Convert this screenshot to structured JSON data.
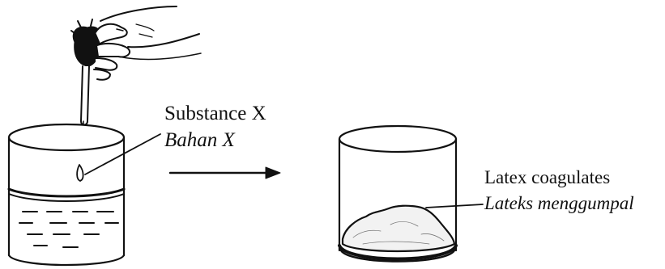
{
  "labels": {
    "substance_en": "Substance X",
    "substance_ms": "Bahan X",
    "latex_en": "Latex coagulates",
    "latex_ms": "Lateks menggumpal"
  },
  "icons": {
    "hand": "hand-with-dropper-icon",
    "beaker_left": "beaker-with-latex-icon",
    "beaker_right": "beaker-with-coagulated-latex-icon",
    "arrow": "right-arrow-icon"
  },
  "colors": {
    "ink": "#111111",
    "background": "#ffffff"
  }
}
